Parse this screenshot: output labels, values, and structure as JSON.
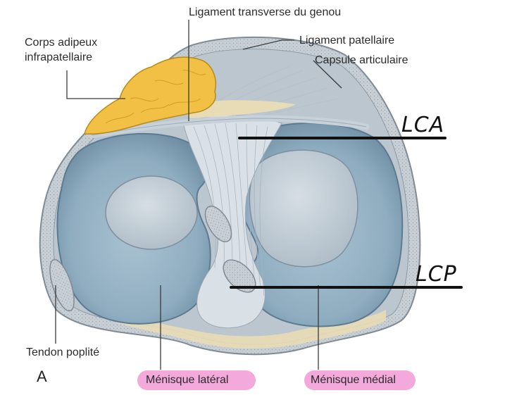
{
  "labels": {
    "ligament_transverse": "Ligament transverse du genou",
    "ligament_patellaire": "Ligament patellaire",
    "corps_adipeux_line1": "Corps adipeux",
    "corps_adipeux_line2": "infrapatellaire",
    "capsule": "Capsule articulaire",
    "lca": "LCA",
    "lcp": "LCP",
    "tendon_poplite": "Tendon poplité",
    "menisque_lateral": "Ménisque latéral",
    "menisque_medial": "Ménisque médial",
    "figure_letter": "A"
  },
  "colors": {
    "capsule_fill": "#c4ccd3",
    "meniscus_fill": "#90aec0",
    "cartilage_fill": "#c5d0d9",
    "fat_pad": "#f2c044",
    "ligament_fill": "#d9e0e6",
    "tissue_cream": "#e8dcb6",
    "highlight_pink": "#f3a9dc"
  }
}
